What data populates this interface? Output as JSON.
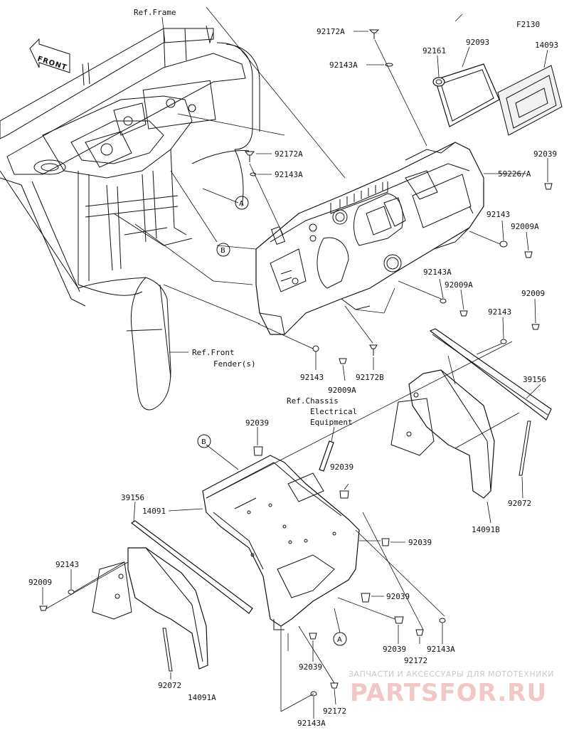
{
  "figure_code": "F2130",
  "front_indicator": "FRONT",
  "references": {
    "frame": "Ref.Frame",
    "front_fender_line1": "Ref.Front",
    "front_fender_line2": "Fender(s)",
    "chassis_line1": "Ref.Chassis",
    "chassis_line2": "Electrical",
    "chassis_line3": "Equipment"
  },
  "callouts": {
    "a": "A",
    "b": "B"
  },
  "part_labels": {
    "p92172A_top": "92172A",
    "p92143A_top": "92143A",
    "p92161": "92161",
    "p92093": "92093",
    "p14093": "14093",
    "p92172A_mid": "92172A",
    "p92143A_mid": "92143A",
    "p92039_r1": "92039",
    "p59226": "59226/A",
    "p92143_r": "92143",
    "p92009A_r": "92009A",
    "p92143A_r2": "92143A",
    "p92009A_r2": "92009A",
    "p92009_r": "92009",
    "p92143_r3": "92143",
    "p92143_c": "92143",
    "p92172B": "92172B",
    "p92009A_c": "92009A",
    "p39156_r": "39156",
    "p92039_mid": "92039",
    "p92039_mid2": "92039",
    "p14091": "14091",
    "p39156_l": "39156",
    "p92143_l": "92143",
    "p92009_l": "92009",
    "p92039_r2": "92039",
    "p92072_r": "92072",
    "p14091B": "14091B",
    "p92039_r3": "92039",
    "p92039_b1": "92039",
    "p92172_b1": "92172",
    "p92143A_b1": "92143A",
    "p92039_b2": "92039",
    "p92072_l": "92072",
    "p14091A": "14091A",
    "p92143A_b2": "92143A",
    "p92172_b2": "92172"
  },
  "watermark": {
    "tagline": "ЗАПЧАСТИ И АКСЕССУАРЫ ДЛЯ МОТОТЕХНИКИ",
    "brand": "PARTSFOR.RU"
  }
}
